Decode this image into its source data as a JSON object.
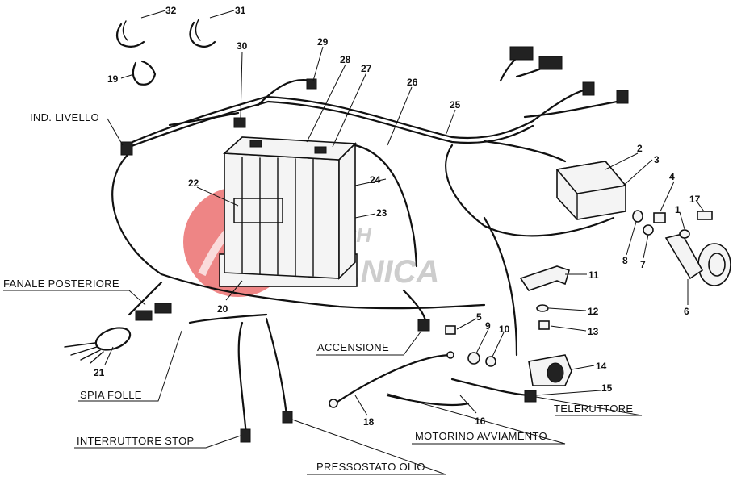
{
  "watermark": {
    "line1": "FREJBICH",
    "line2": "MECCANICA",
    "accent_color": "#e02020"
  },
  "labels": {
    "ind_livello": "IND. LIVELLO",
    "fanale_posteriore": "FANALE POSTERIORE",
    "spia_folle": "SPIA FOLLE",
    "interruttore_stop": "INTERRUTTORE STOP",
    "pressostato_olio": "PRESSOSTATO OLIO",
    "accensione": "ACCENSIONE",
    "motorino_avviamento": "MOTORINO AVVIAMENTO",
    "teleruttore": "TELERUTTORE"
  },
  "callouts": {
    "n1": "1",
    "n2": "2",
    "n3": "3",
    "n4": "4",
    "n5": "5",
    "n6": "6",
    "n7": "7",
    "n8": "8",
    "n9": "9",
    "n10": "10",
    "n11": "11",
    "n12": "12",
    "n13": "13",
    "n14": "14",
    "n15": "15",
    "n16": "16",
    "n17": "17",
    "n18": "18",
    "n19": "19",
    "n20": "20",
    "n21": "21",
    "n22": "22",
    "n23": "23",
    "n24": "24",
    "n25": "25",
    "n26": "26",
    "n27": "27",
    "n28": "28",
    "n29": "29",
    "n30": "30",
    "n31": "31",
    "n32": "32"
  }
}
